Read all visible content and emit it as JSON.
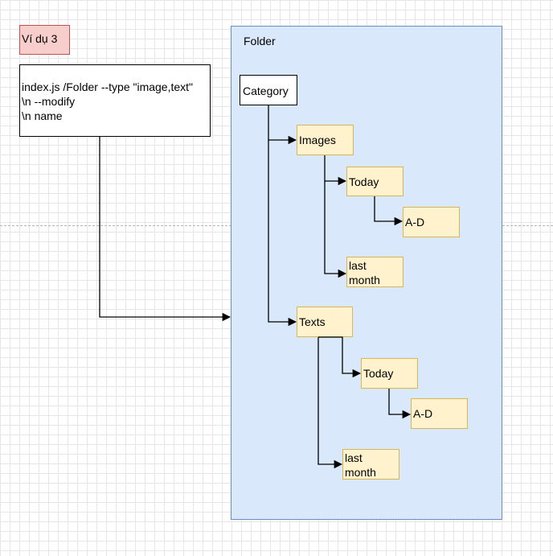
{
  "example_tag": "Ví dụ 3",
  "command": {
    "lines": [
      "index.js /Folder --type \"image,text\"",
      "\\n --modify",
      "\\n name"
    ]
  },
  "folder": {
    "label": "Folder"
  },
  "tree": {
    "root": "Category",
    "images": {
      "label": "Images",
      "today": "Today",
      "today_child": "A-D",
      "last_month": [
        "last",
        "month"
      ]
    },
    "texts": {
      "label": "Texts",
      "today": "Today",
      "today_child": "A-D",
      "last_month": [
        "last",
        "month"
      ]
    }
  },
  "colors": {
    "tag_fill": "#f8cecc",
    "tag_stroke": "#b85450",
    "folder_fill": "#dae8fc",
    "folder_stroke": "#6c8ebf",
    "node_fill": "#fff2cc",
    "node_stroke": "#d6b656"
  }
}
